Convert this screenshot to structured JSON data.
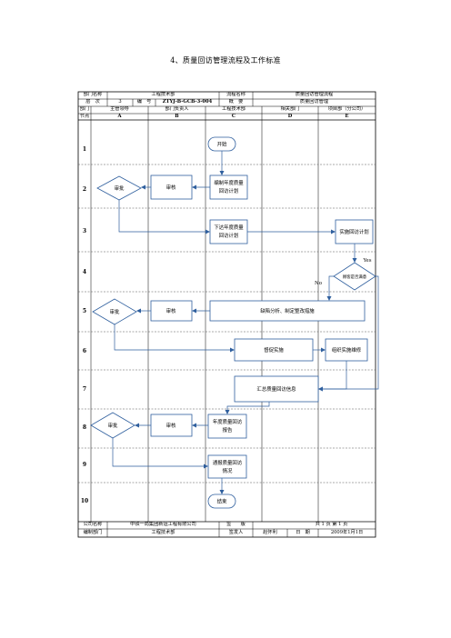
{
  "title": "4、质量回访管理流程及工作标准",
  "header": {
    "row1": {
      "dept_label": "部门名称",
      "dept_value": "工程技术部",
      "process_label": "流程名称",
      "process_value": "质量回访管理流程"
    },
    "row2": {
      "level_label": "层　次",
      "level_value": "3",
      "code_label": "编　号",
      "code_value": "ZTYJ-B-GCB-3-004",
      "summary_label": "概　要",
      "summary_value": "质量回访管理"
    },
    "row3": {
      "dept_label": "部门",
      "col_a": "主管领导",
      "col_b": "部门负责人",
      "col_c": "工程技术部",
      "col_d": "相关部门",
      "col_e": "项目部（分公司）"
    },
    "row4": {
      "node_label": "节点",
      "a": "A",
      "b": "B",
      "c": "C",
      "d": "D",
      "e": "E"
    }
  },
  "lanes": [
    "1",
    "2",
    "3",
    "4",
    "5",
    "6",
    "7",
    "8",
    "9",
    "10"
  ],
  "nodes": {
    "start": "开始",
    "approve_2": "审批",
    "review_2": "审核",
    "plan_line1": "编制年度质量",
    "plan_line2": "回访计划",
    "issue_line1": "下达年度质量",
    "issue_line2": "回访计划",
    "execute_plan": "实施回访计划",
    "satisfied": "顾客是否满意",
    "yes": "Yes",
    "no": "No",
    "approve_5": "审批",
    "review_5": "审核",
    "analysis": "缺陷分析、制定整改措施",
    "supervise": "督促实施",
    "repair": "组织实施维修",
    "summary": "汇总质量回访信息",
    "approve_8": "审批",
    "review_8": "审核",
    "report_line1": "年度质量回访",
    "report_line2": "报告",
    "notify_line1": "通报质量回访",
    "notify_line2": "情况",
    "end": "结束"
  },
  "footer": {
    "company_label": "公司名称",
    "company_value": "中铁一局集团新运工程有限公司",
    "sign_label": "签　　版",
    "page_info": "共 1 页 第 1 页",
    "prepared_label": "编制部门",
    "prepared_value": "工程技术部",
    "reviewer_label": "签发人",
    "reviewer_value": "赵怀利",
    "date_label": "日　期",
    "date_value": "2009年1月1日"
  }
}
